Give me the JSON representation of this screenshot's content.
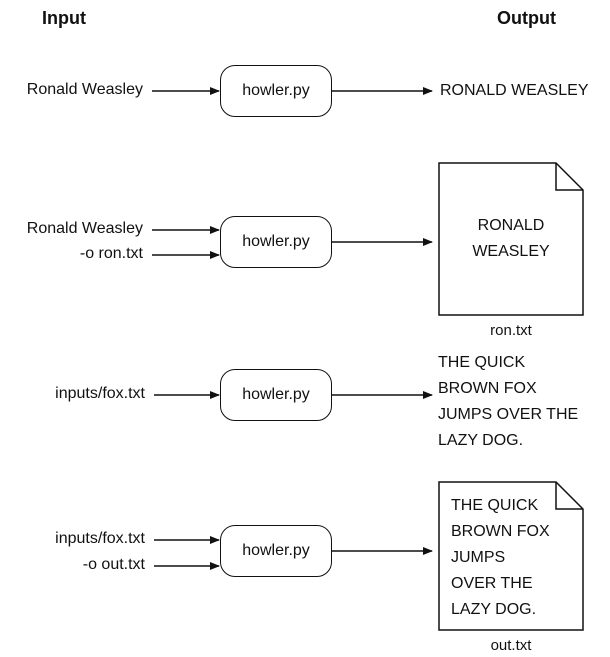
{
  "headers": {
    "input": "Input",
    "output": "Output"
  },
  "rows": [
    {
      "inputs": [
        "Ronald Weasley"
      ],
      "program": "howler.py",
      "output_lines": [
        "RONALD WEASLEY"
      ],
      "file": null
    },
    {
      "inputs": [
        "Ronald Weasley",
        "-o ron.txt"
      ],
      "program": "howler.py",
      "output_lines": [
        "RONALD",
        "WEASLEY"
      ],
      "file": "ron.txt"
    },
    {
      "inputs": [
        "inputs/fox.txt"
      ],
      "program": "howler.py",
      "output_lines": [
        "THE QUICK",
        "BROWN FOX",
        "JUMPS OVER THE",
        "LAZY DOG."
      ],
      "file": null
    },
    {
      "inputs": [
        "inputs/fox.txt",
        "-o out.txt"
      ],
      "program": "howler.py",
      "output_lines": [
        "THE QUICK",
        "BROWN FOX",
        "JUMPS",
        "OVER THE",
        "LAZY DOG."
      ],
      "file": "out.txt"
    }
  ]
}
